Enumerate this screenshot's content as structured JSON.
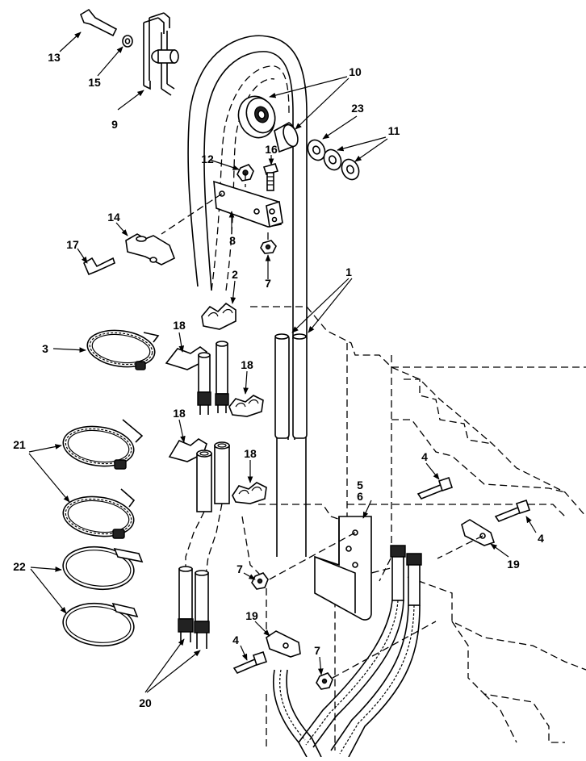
{
  "figure": {
    "callouts": {
      "c1": "1",
      "c2": "2",
      "c3": "3",
      "c4a": "4",
      "c4b": "4",
      "c4c": "4",
      "c56a": "5",
      "c56b": "6",
      "c7a": "7",
      "c7b": "7",
      "c7c": "7",
      "c8": "8",
      "c9": "9",
      "c10": "10",
      "c11": "11",
      "c12": "12",
      "c13": "13",
      "c14": "14",
      "c15": "15",
      "c16": "16",
      "c17": "17",
      "c18a": "18",
      "c18b": "18",
      "c18c": "18",
      "c18d": "18",
      "c19a": "19",
      "c19b": "19",
      "c20": "20",
      "c21": "21",
      "c22": "22",
      "c23": "23"
    }
  }
}
